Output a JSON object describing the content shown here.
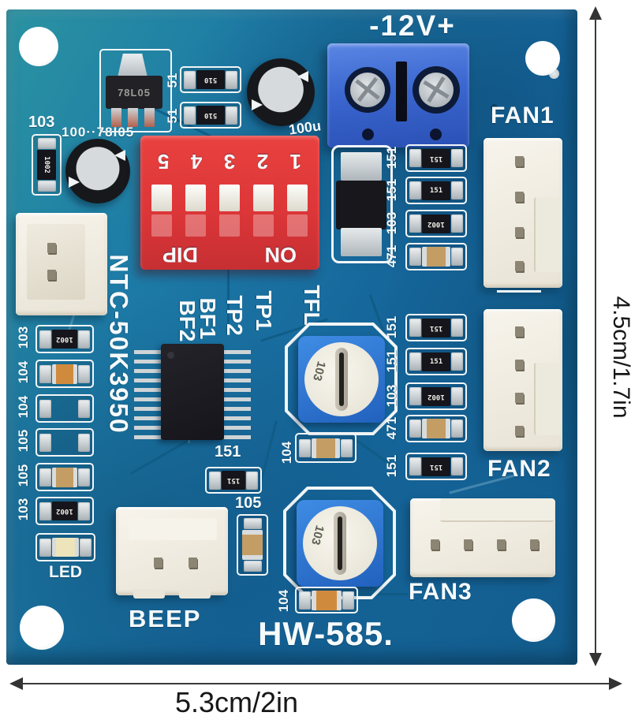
{
  "dimensions": {
    "width": "5.3cm/2in",
    "height": "4.5cm/1.7in"
  },
  "silkscreen": {
    "power": "-12V+",
    "model": "HW-585.",
    "sensor": "NTC-50K3950",
    "fan1": "FAN1",
    "fan2": "FAN2",
    "fan3": "FAN3",
    "beep": "BEEP",
    "led": "LED",
    "cap_value": "100u",
    "regulator_silk": "100··78I05",
    "r103_topleft": "103",
    "testpoints": [
      "TFL",
      "TP1",
      "TP2",
      "BF1",
      "BF2"
    ],
    "dip": {
      "numbers": [
        "1",
        "2",
        "3",
        "4",
        "5"
      ],
      "on": "ON",
      "dip": "DIP"
    }
  },
  "components": {
    "regulator_marking": "78L05",
    "pot_marking": "103",
    "top_resistors": {
      "label": "51",
      "chip": "510"
    },
    "vertical_res": {
      "chip": "1002"
    },
    "left_column": [
      {
        "label": "103",
        "chip": "1002"
      },
      {
        "label": "104",
        "chip": ""
      },
      {
        "label": "104",
        "chip": ""
      },
      {
        "label": "105",
        "chip": ""
      },
      {
        "label": "105",
        "chip": ""
      },
      {
        "label": "103",
        "chip": "1002"
      }
    ],
    "fan1_column": [
      {
        "label": "151",
        "chip": "151"
      },
      {
        "label": "151",
        "chip": "151"
      },
      {
        "label": "103",
        "chip": "1002"
      },
      {
        "label": "471",
        "chip": ""
      }
    ],
    "fan2_column": [
      {
        "label": "151",
        "chip": "151"
      },
      {
        "label": "151",
        "chip": "151"
      },
      {
        "label": "103",
        "chip": "1002"
      },
      {
        "label": "471",
        "chip": ""
      },
      {
        "label": "151",
        "chip": "151"
      }
    ],
    "center": {
      "r151_label": "151",
      "r151_chip": "151",
      "c105_label": "105",
      "c104a_label": "104",
      "c104b_label": "104"
    }
  }
}
